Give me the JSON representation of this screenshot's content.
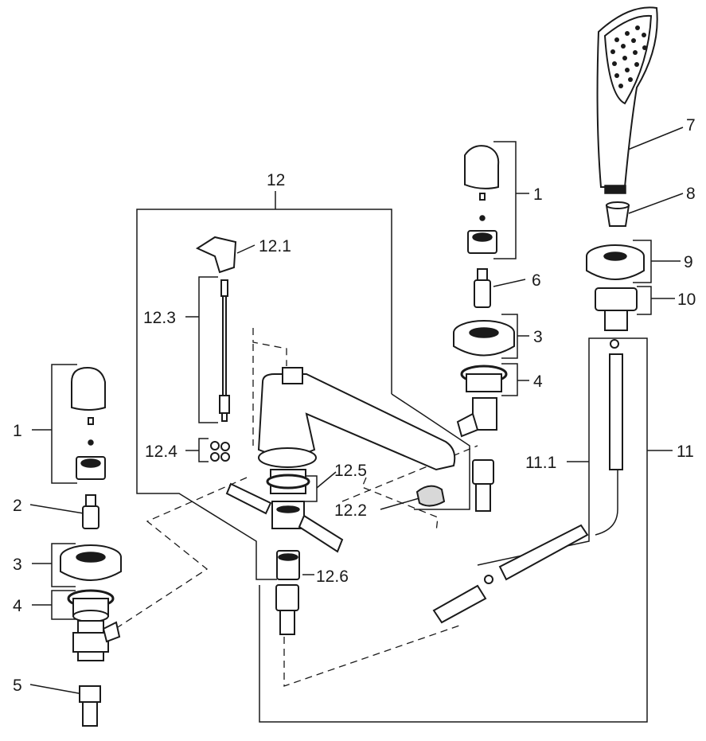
{
  "diagram": {
    "labels": {
      "l12": "12",
      "l12_1": "12.1",
      "l12_2": "12.2",
      "l12_3": "12.3",
      "l12_4": "12.4",
      "l12_5": "12.5",
      "l12_6": "12.6",
      "l1_left": "1",
      "l1_right": "1",
      "l2": "2",
      "l3_left": "3",
      "l3_right": "3",
      "l4_left": "4",
      "l4_right": "4",
      "l5": "5",
      "l6": "6",
      "l7": "7",
      "l8": "8",
      "l9": "9",
      "l10": "10",
      "l11": "11",
      "l11_1": "11.1"
    }
  }
}
